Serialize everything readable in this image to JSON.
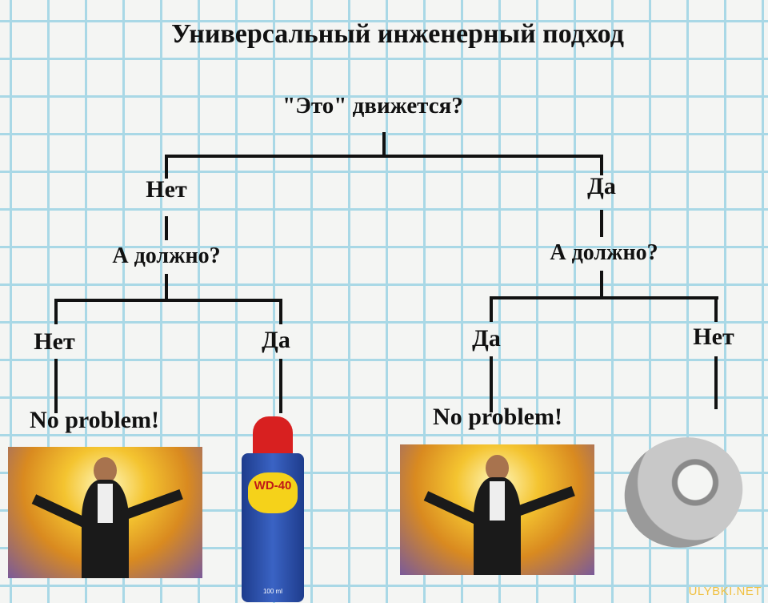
{
  "title": "Универсальный инженерный подход",
  "root_question": "\"Это\" движется?",
  "left": {
    "answer": "Нет",
    "question": "А должно?",
    "no": "Нет",
    "yes": "Да",
    "no_result": "No problem!",
    "yes_result_label": "WD-40",
    "yes_result_sub": "100 ml"
  },
  "right": {
    "answer": "Да",
    "question": "А должно?",
    "yes": "Да",
    "no": "Нет",
    "yes_result": "No problem!"
  },
  "watermark": "ULYBKI.NET"
}
